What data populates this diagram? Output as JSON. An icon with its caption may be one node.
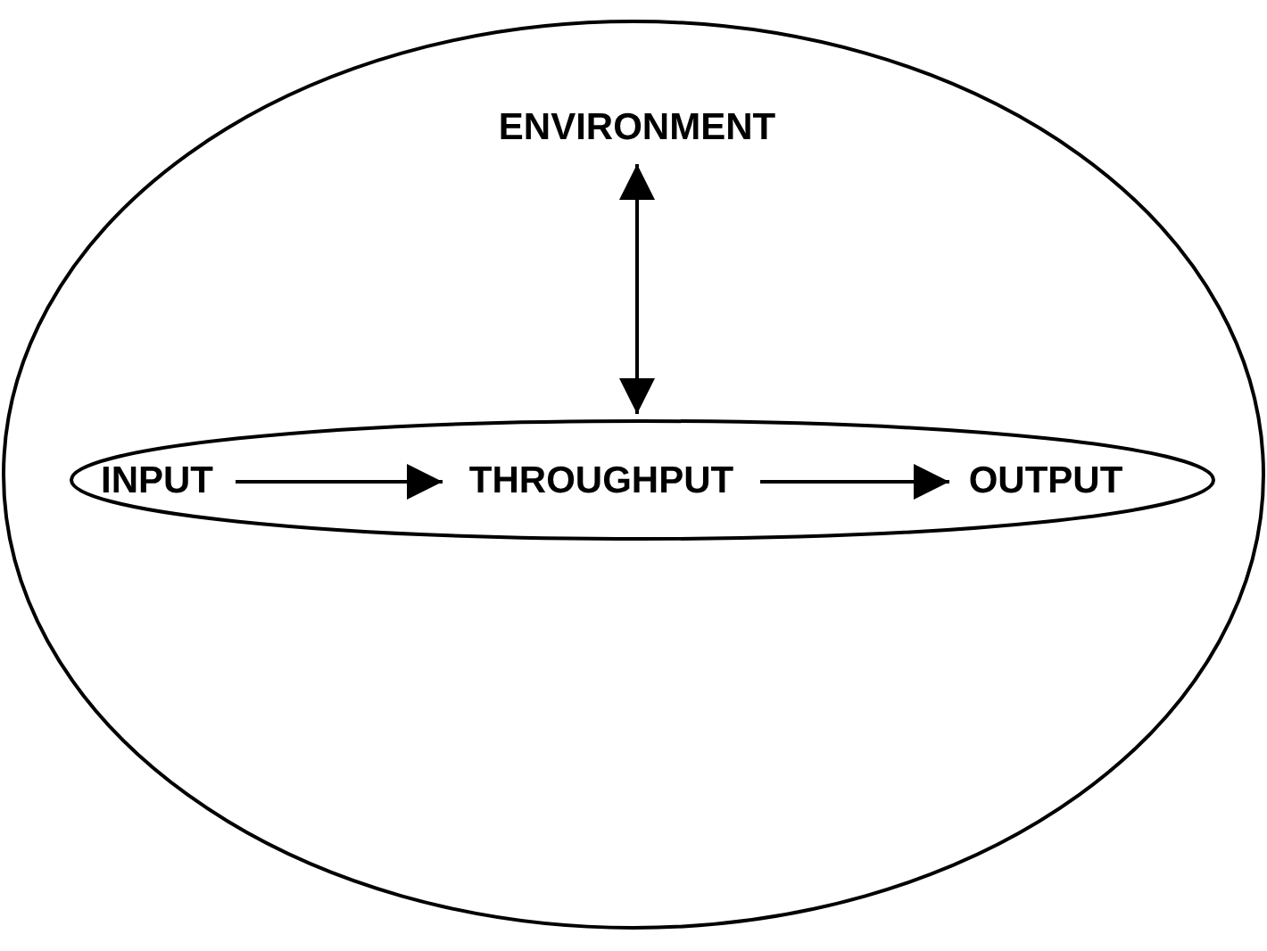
{
  "diagram": {
    "nodes": [
      {
        "text": [],
        "shape": "ellipse"
      },
      {
        "text": [
          "ENVIRONMENT"
        ],
        "in": 0
      },
      {
        "text": [],
        "shape": "ellipse",
        "in": 0
      },
      {
        "text": [
          "INPUT"
        ],
        "in": 2
      },
      {
        "text": [
          "THROUGHPUT"
        ],
        "in": 2
      },
      {
        "text": [
          "OUTPUT"
        ],
        "in": 2
      }
    ],
    "edges": [
      {
        "from": 1,
        "to": 2,
        "arrow": "both"
      },
      {
        "from": 3,
        "to": 4,
        "arrow": "to"
      },
      {
        "from": 4,
        "to": 5,
        "arrow": "to"
      }
    ]
  }
}
